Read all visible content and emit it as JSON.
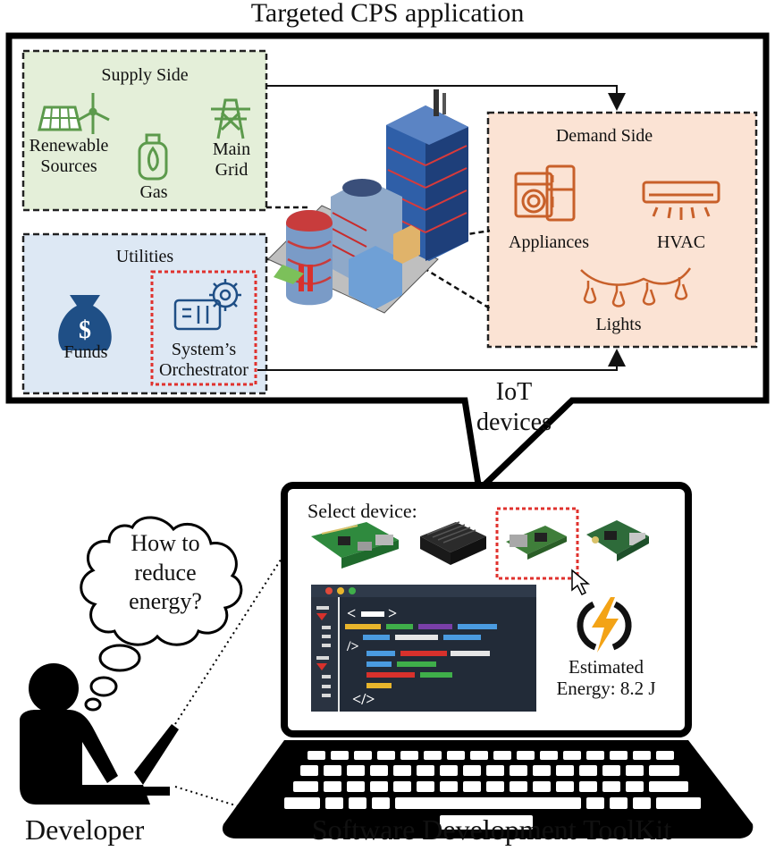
{
  "top_title": "Targeted CPS application",
  "supply": {
    "title": "Supply Side",
    "renewable": "Renewable\nSources",
    "gas": "Gas",
    "main_grid": "Main\nGrid"
  },
  "utilities": {
    "title": "Utilities",
    "funds": "Funds",
    "orchestrator": "System’s\nOrchestrator"
  },
  "demand": {
    "title": "Demand Side",
    "appliances": "Appliances",
    "hvac": "HVAC",
    "lights": "Lights"
  },
  "iot_label": "IoT\ndevices",
  "toolkit": {
    "select_device": "Select device:",
    "estimated": "Estimated\nEnergy: 8.2 J"
  },
  "thought": "How to\nreduce\nenergy?",
  "developer": "Developer",
  "toolkit_label": "Software Development ToolKit",
  "colors": {
    "supply_bg": "#e4efd9",
    "utilities_bg": "#dde8f4",
    "demand_bg": "#fbe3d4",
    "green_icon": "#5c9a4c",
    "blue_icon": "#1f4f86",
    "orange_icon": "#c8602a",
    "highlight_red": "#e0322e"
  }
}
